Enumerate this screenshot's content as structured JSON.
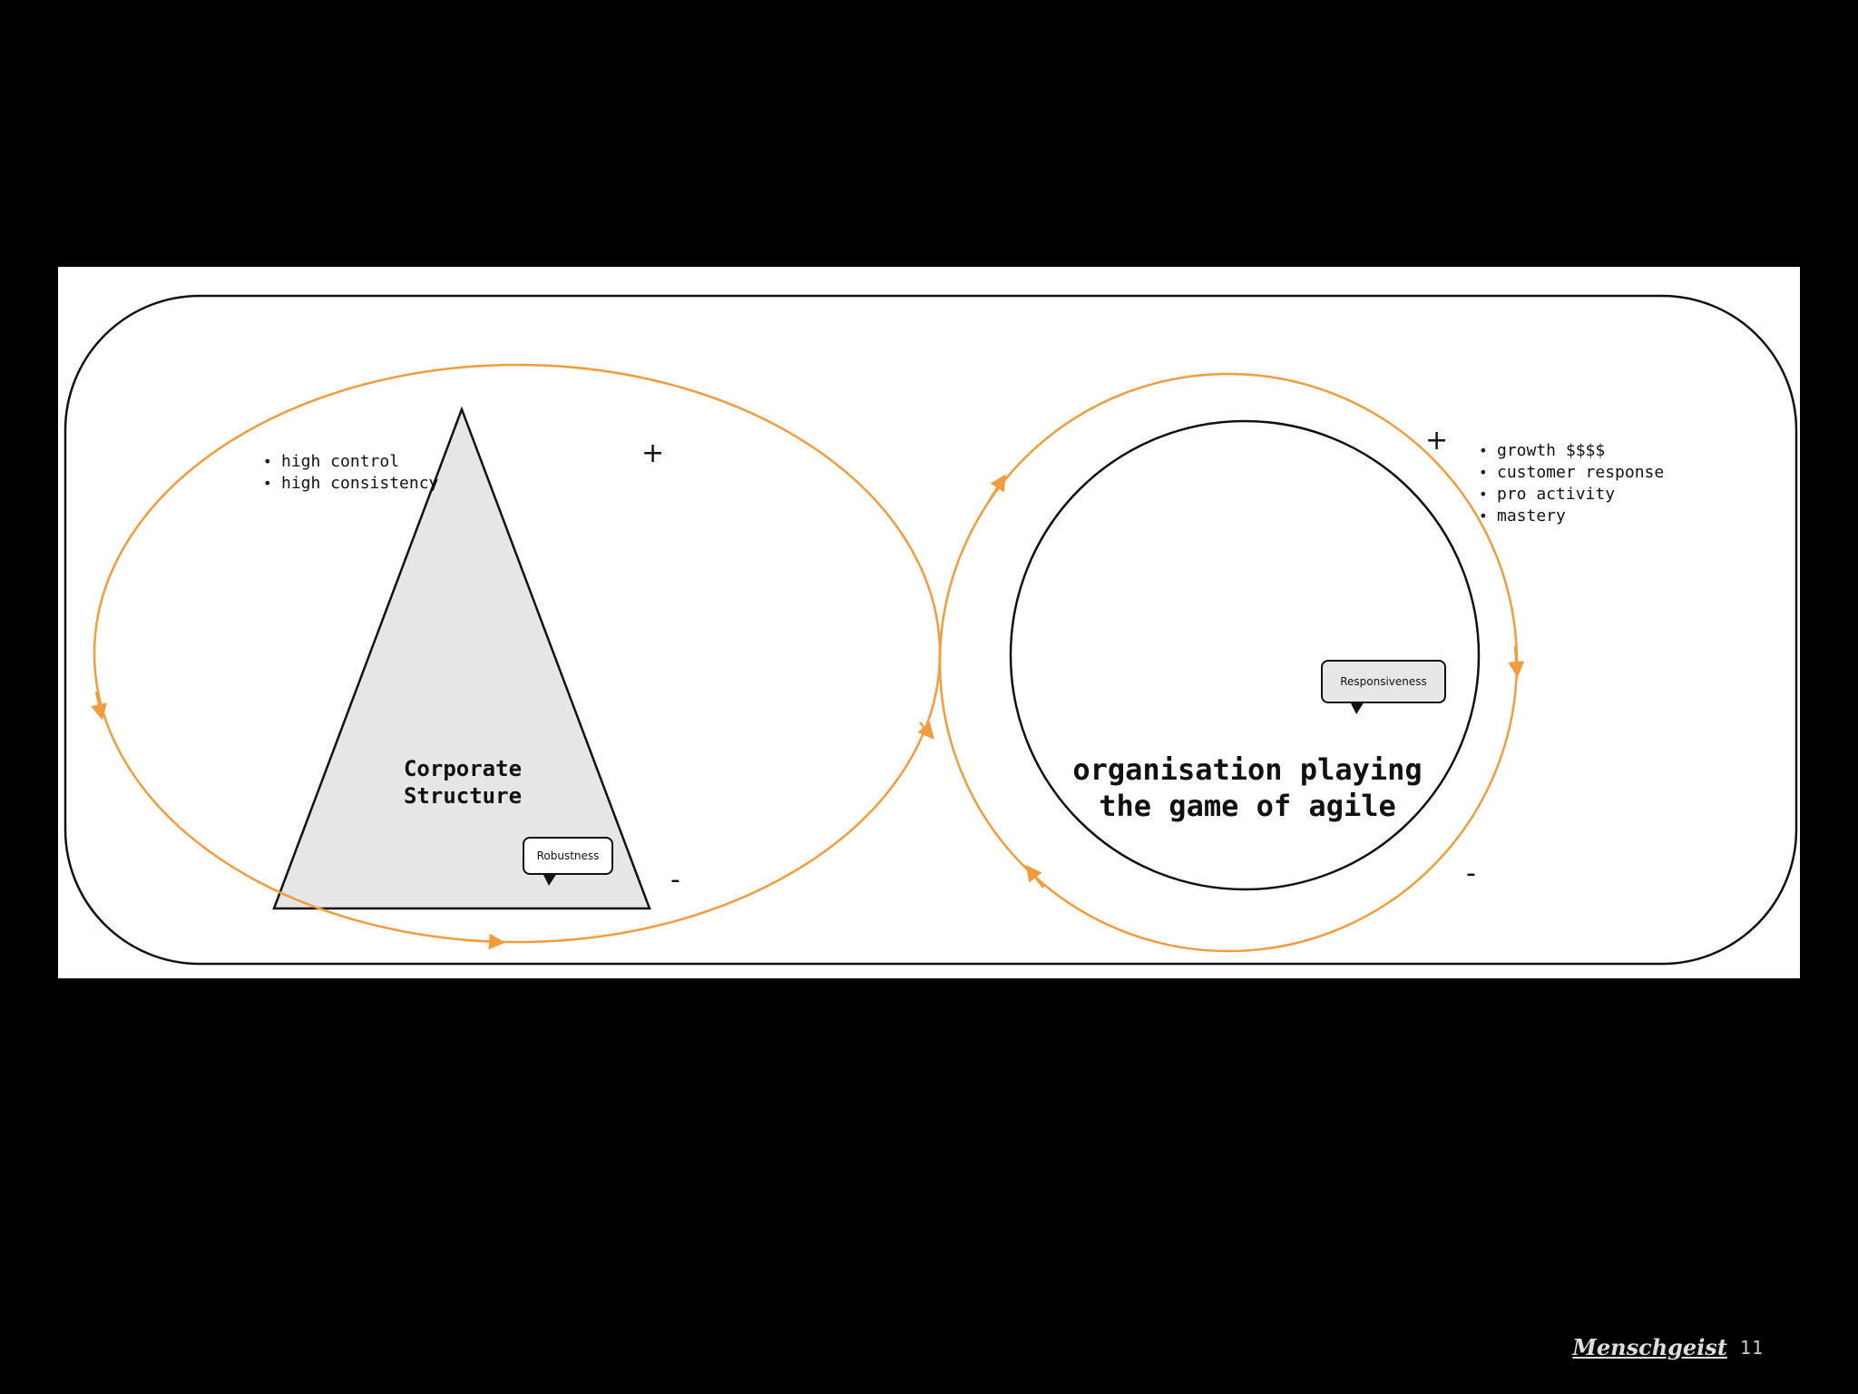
{
  "diagram": {
    "left_bullets": [
      "high control",
      "high consistency"
    ],
    "right_bullets": [
      "growth $$$$",
      "customer response",
      "pro activity",
      "mastery"
    ],
    "left_plus": "+",
    "left_minus": "-",
    "right_plus": "+",
    "right_minus": "-",
    "triangle_label": "Corporate Structure",
    "circle_label": "organisation playing the game of agile",
    "robustness_bubble": "Robustness",
    "responsiveness_bubble": "Responsiveness",
    "colors": {
      "background": "#000000",
      "panel": "#ffffff",
      "loop": "#f39c3d",
      "stroke": "#111111",
      "triangle_fill": "#e6e6e6"
    }
  },
  "footer": {
    "brand": "Menschgeist",
    "page_number": "11"
  }
}
